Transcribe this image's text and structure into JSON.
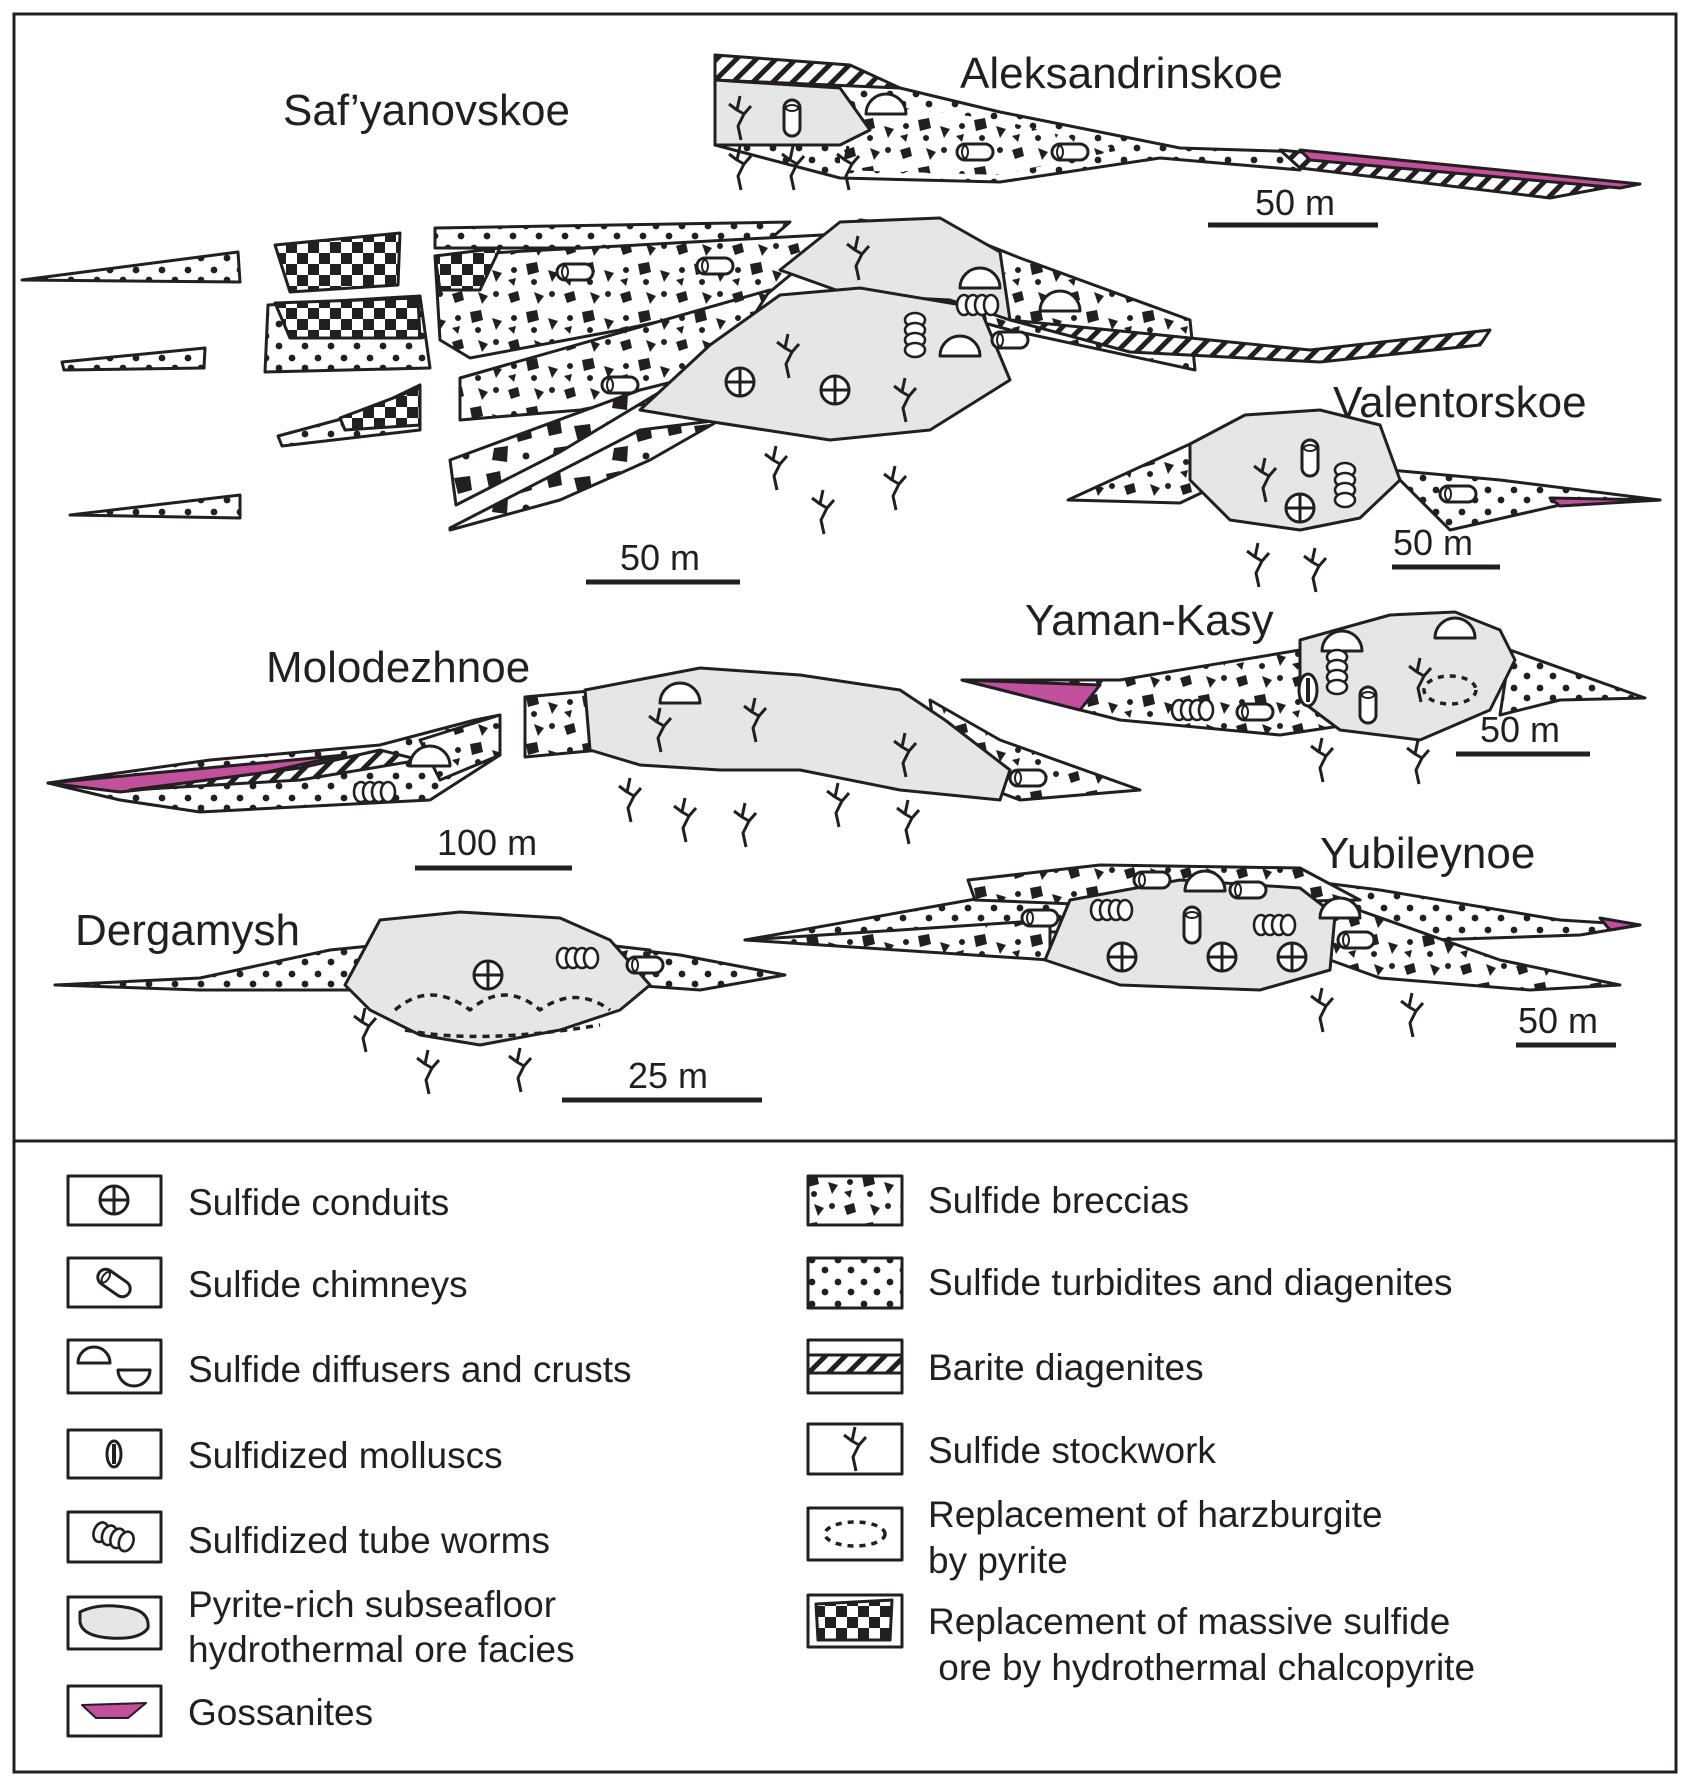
{
  "deposits": [
    {
      "name": "Saf’yanovskoe",
      "scale": "50 m"
    },
    {
      "name": "Aleksandrinskoe",
      "scale": "50 m"
    },
    {
      "name": "Valentorskoe",
      "scale": "50 m"
    },
    {
      "name": "Yaman-Kasy",
      "scale": "50 m"
    },
    {
      "name": "Molodezhnoe",
      "scale": "100 m"
    },
    {
      "name": "Yubileynoe",
      "scale": "50 m"
    },
    {
      "name": "Dergamysh",
      "scale": "25 m"
    }
  ],
  "legend": {
    "left": [
      {
        "icon": "conduit-icon",
        "lines": [
          "Sulfide conduits"
        ]
      },
      {
        "icon": "chimney-icon",
        "lines": [
          "Sulfide chimneys"
        ]
      },
      {
        "icon": "diffuser-icon",
        "lines": [
          "Sulfide diffusers and crusts"
        ]
      },
      {
        "icon": "mollusc-icon",
        "lines": [
          "Sulfidized molluscs"
        ]
      },
      {
        "icon": "tube-worm-icon",
        "lines": [
          "Sulfidized tube worms"
        ]
      },
      {
        "icon": "ore-facies-icon",
        "lines": [
          "Pyrite-rich subseafloor",
          "hydrothermal ore facies"
        ]
      },
      {
        "icon": "gossanite-icon",
        "lines": [
          "Gossanites"
        ]
      }
    ],
    "right": [
      {
        "icon": "breccia-icon",
        "lines": [
          "Sulfide breccias"
        ]
      },
      {
        "icon": "turbidite-icon",
        "lines": [
          "Sulfide turbidites and diagenites"
        ]
      },
      {
        "icon": "barite-icon",
        "lines": [
          "Barite diagenites"
        ]
      },
      {
        "icon": "stockwork-icon",
        "lines": [
          "Sulfide stockwork"
        ]
      },
      {
        "icon": "harzburgite-icon",
        "lines": [
          "Replacement of harzburgite",
          "by pyrite"
        ]
      },
      {
        "icon": "chalcopyrite-icon",
        "lines": [
          "Replacement of massive sulfide",
          " ore by hydrothermal chalcopyrite"
        ]
      }
    ]
  },
  "colors": {
    "outline": "#231f20",
    "ore_facies_fill": "#e6e6e6",
    "gossanite": "#c2509c"
  }
}
